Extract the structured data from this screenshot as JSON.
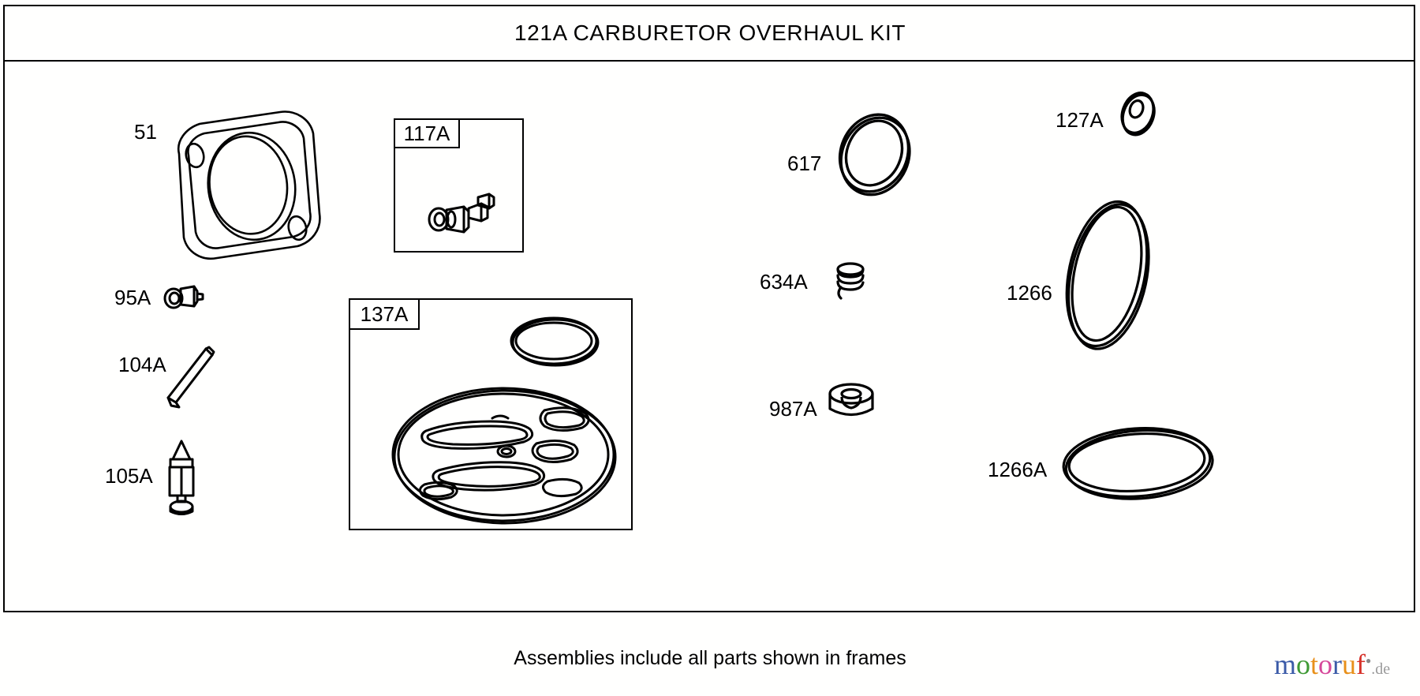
{
  "document": {
    "title": "121A CARBURETOR OVERHAUL KIT",
    "footer_note": "Assemblies include all parts shown in frames"
  },
  "logo": {
    "letters": [
      "m",
      "o",
      "t",
      "o",
      "r",
      "u",
      "f"
    ],
    "colors": [
      "#3b5ba8",
      "#3f9a35",
      "#e8901a",
      "#d6489a",
      "#3b5ba8",
      "#e8901a",
      "#d6322a"
    ],
    "tld": ".de"
  },
  "frames": [
    {
      "tag": "117A",
      "label": "inlet-needle-and-seat-frame"
    },
    {
      "tag": "137A",
      "label": "gasket-set-frame"
    }
  ],
  "parts": [
    {
      "id": "51",
      "name": "carburetor-mounting-gasket"
    },
    {
      "id": "95A",
      "name": "screw-and-clip"
    },
    {
      "id": "104A",
      "name": "float-hinge-pin"
    },
    {
      "id": "105A",
      "name": "inlet-needle-valve"
    },
    {
      "id": "117A",
      "name": "inlet-seat-assembly"
    },
    {
      "id": "137A",
      "name": "gasket-and-diaphragm-set"
    },
    {
      "id": "617",
      "name": "o-ring-617"
    },
    {
      "id": "634A",
      "name": "spring-634a"
    },
    {
      "id": "987A",
      "name": "seal-987a"
    },
    {
      "id": "127A",
      "name": "plug-127a"
    },
    {
      "id": "1266",
      "name": "o-ring-1266"
    },
    {
      "id": "1266A",
      "name": "o-ring-1266a"
    }
  ],
  "colors": {
    "ink": "#000000",
    "paper": "#fffffe"
  }
}
